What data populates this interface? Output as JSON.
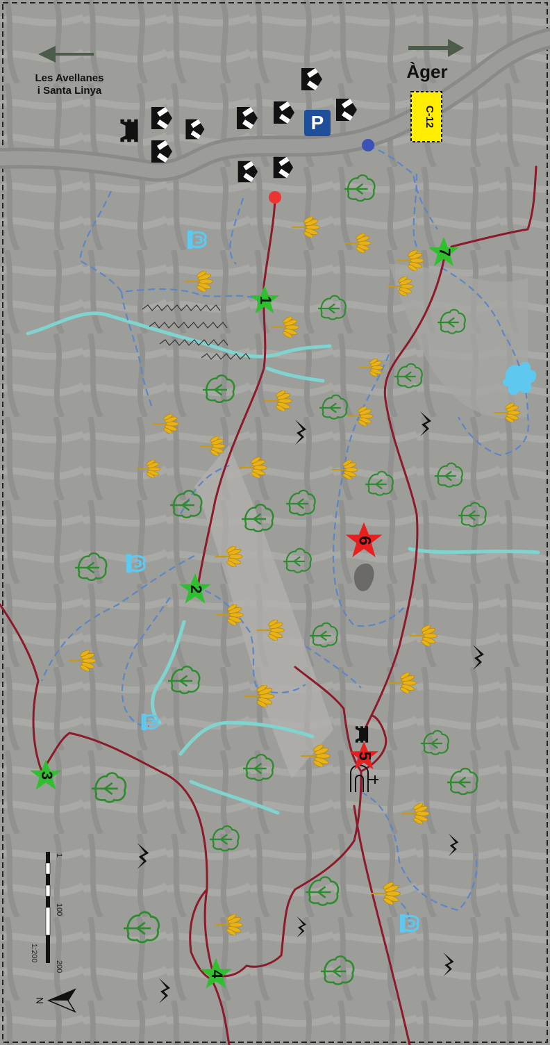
{
  "labels": {
    "west_destination_line1": "Les Avellanes",
    "west_destination_line2": "i Santa Linya",
    "east_destination": "Àger",
    "road_code": "C-12",
    "parking": "P"
  },
  "waypoints": [
    {
      "number": "1",
      "kind": "route"
    },
    {
      "number": "2",
      "kind": "route"
    },
    {
      "number": "3",
      "kind": "route"
    },
    {
      "number": "4",
      "kind": "route"
    },
    {
      "number": "5",
      "kind": "point-of-interest"
    },
    {
      "number": "6",
      "kind": "point-of-interest"
    },
    {
      "number": "7",
      "kind": "route"
    }
  ],
  "scale_bar": {
    "ticks": [
      "1",
      "100",
      "200"
    ],
    "ratio": "1:200"
  },
  "north_arrow": {
    "label": "N"
  },
  "colors": {
    "background": "#9b9b98",
    "road": "#8a8a88",
    "route": "#8b1a2a",
    "trail": "#5b86c8",
    "stream": "#7fd4d0",
    "tree": "#2e8b2e",
    "wheat": "#d4a514",
    "star_route": "#2fbf2f",
    "star_poi": "#e81f1f",
    "road_sign": "#ffee00",
    "parking": "#1f4e9a",
    "fountain": "#5fc8ee"
  },
  "icons": [
    "tree-icon",
    "wheat-icon",
    "mountain-icon",
    "house-icon",
    "tower-icon",
    "fountain-icon",
    "spring-icon",
    "rock-icon",
    "chapel-icon",
    "arrow-icon"
  ]
}
